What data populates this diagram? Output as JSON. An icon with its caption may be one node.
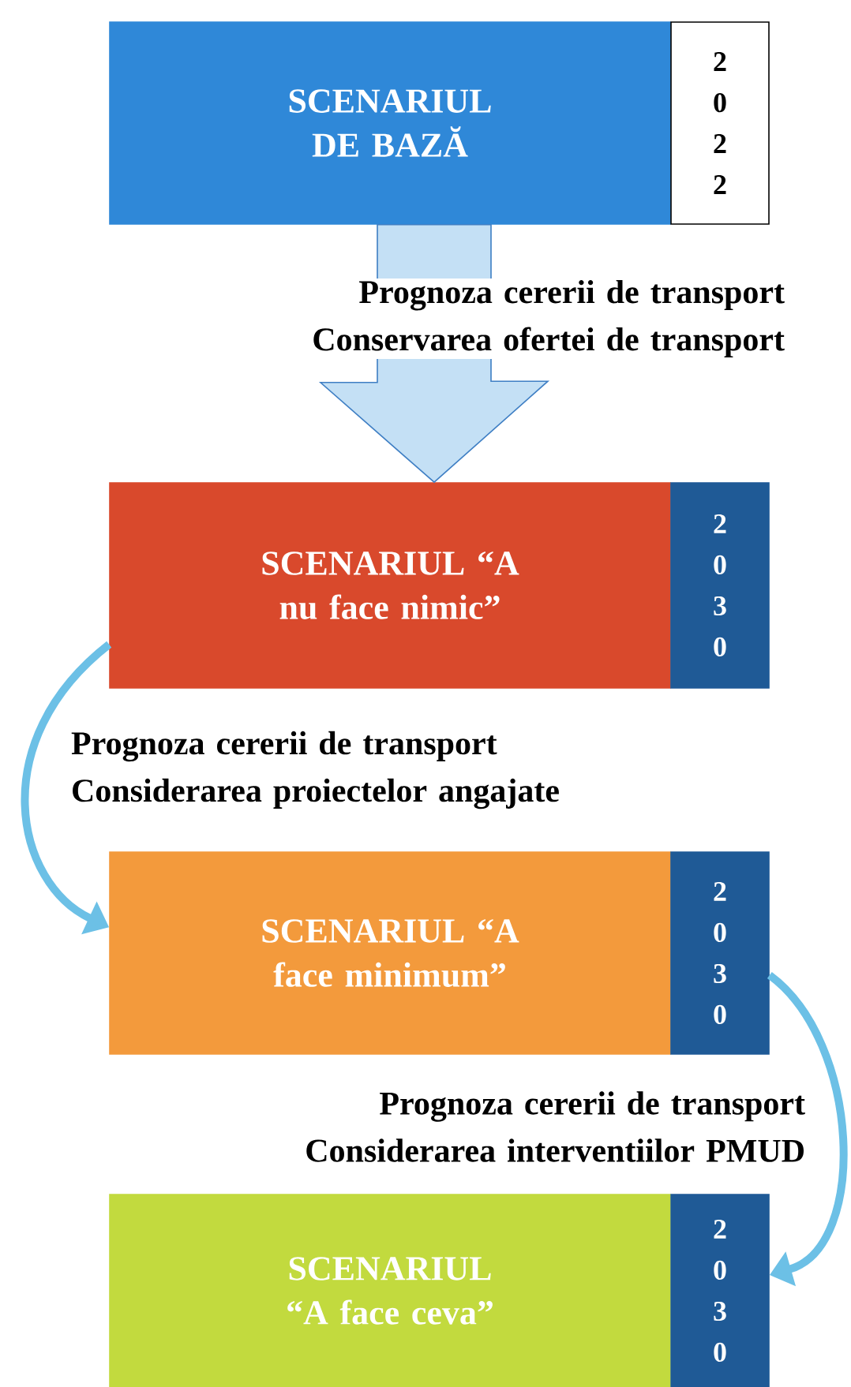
{
  "diagram": {
    "nodes": [
      {
        "text": [
          "SCENARIUL DE BAZĂ"
        ]
      },
      {
        "text": [
          "2022"
        ]
      },
      {
        "text": [
          "SCENARIUL “A nu face nimic”"
        ]
      },
      {
        "text": [
          "2030"
        ]
      },
      {
        "text": [
          "SCENARIUL “A face minimum”"
        ]
      },
      {
        "text": [
          "2030"
        ]
      },
      {
        "text": [
          "SCENARIUL “A face ceva”"
        ]
      },
      {
        "text": [
          "2030"
        ]
      }
    ],
    "edges": [
      {
        "from": 0,
        "to": 2,
        "arrow": "to",
        "style": "thick",
        "color": "#c4e0f5",
        "label": "Prognoza cererii de transport Conservarea ofertei de transport"
      },
      {
        "from": 2,
        "to": 4,
        "arrow": "to",
        "label": "Prognoza cererii de transport Considerarea proiectelor angajate"
      },
      {
        "from": 5,
        "to": 7,
        "arrow": "to",
        "label": "Prognoza cererii de transport Considerarea interventiilor PMUD"
      }
    ]
  }
}
